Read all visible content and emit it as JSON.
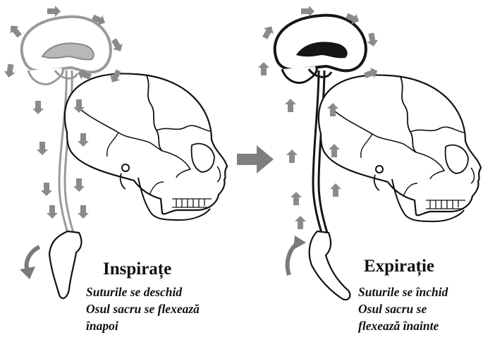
{
  "panels": {
    "inspiration": {
      "title": "Inspirațe",
      "lines": [
        "Suturile se deschid",
        "Osul sacru se flexează",
        "înapoi"
      ]
    },
    "expiration": {
      "title": "Expirație",
      "lines": [
        "Suturile se închid",
        "Osul sacru se",
        "flexează înainte"
      ]
    }
  },
  "colors": {
    "ink": "#111111",
    "arrow": "#8a8a8a",
    "inspiration_spine": "#9a9a9a",
    "expiration_spine": "#151515"
  }
}
